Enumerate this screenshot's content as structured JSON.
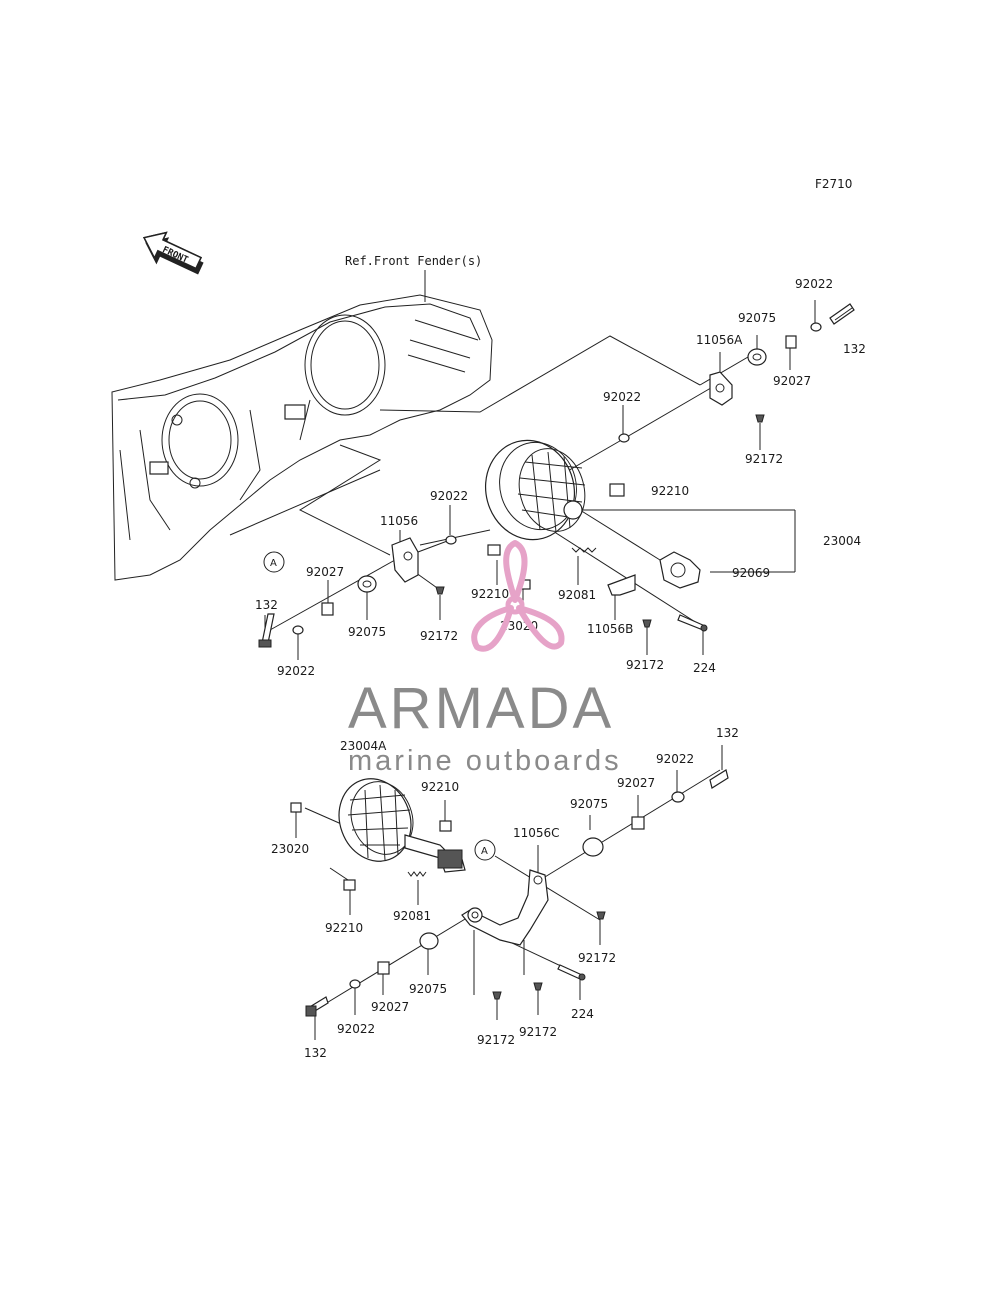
{
  "diagram_code": "F2710",
  "front_arrow_text": "FRONT",
  "reference_text": "Ref.Front Fender(s)",
  "callout_a": "A",
  "watermark": {
    "brand": "ARMADA",
    "tagline": "marine outboards",
    "brand_color": "#8a8a8a",
    "logo_color": "#e6a3c8"
  },
  "labels": {
    "upper": [
      "92022",
      "92075",
      "11056A",
      "132",
      "92027",
      "92022",
      "92172",
      "92210",
      "23004",
      "92022",
      "11056",
      "92069",
      "92027",
      "132",
      "92075",
      "92210",
      "92081",
      "92172",
      "23020",
      "11056B",
      "92022",
      "92172",
      "224"
    ],
    "lower": [
      "23004A",
      "132",
      "92022",
      "92210",
      "92027",
      "92075",
      "23020",
      "11056C",
      "92210",
      "92081",
      "92172",
      "92075",
      "224",
      "92027",
      "92022",
      "132",
      "92172",
      "92172"
    ]
  }
}
